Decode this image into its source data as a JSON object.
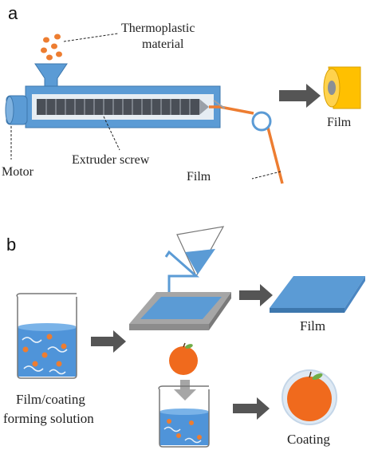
{
  "panels": {
    "a": {
      "letter": "a",
      "thermoplastic_line1": "Thermoplastic",
      "thermoplastic_line2": "material",
      "motor": "Motor",
      "extruder_screw": "Extruder screw",
      "film_under": "Film",
      "film_product": "Film"
    },
    "b": {
      "letter": "b",
      "solution_line1": "Film/coating",
      "solution_line2": "forming solution",
      "film": "Film",
      "coating": "Coating"
    }
  },
  "colors": {
    "barrel_blue": "#5b9bd5",
    "barrel_inner": "#d9e3ec",
    "screw_dark": "#4a4f57",
    "pellet_orange": "#ed7d31",
    "film_orange": "#ed7d31",
    "roll_yellow": "#ffc000",
    "arrow_gray": "#555555",
    "liquid_blue": "#4f94d9",
    "plate_gray": "#a6a6a6",
    "orange_fruit": "#f06a1d",
    "leaf_green": "#70ad47"
  },
  "icons": [
    "hopper-icon",
    "motor-icon",
    "screw-icon",
    "roller-icon",
    "film-roll-icon",
    "beaker-icon",
    "cone-pour-icon",
    "casting-plate-icon",
    "film-sheet-icon",
    "orange-icon",
    "coated-orange-icon",
    "arrow-icon"
  ]
}
